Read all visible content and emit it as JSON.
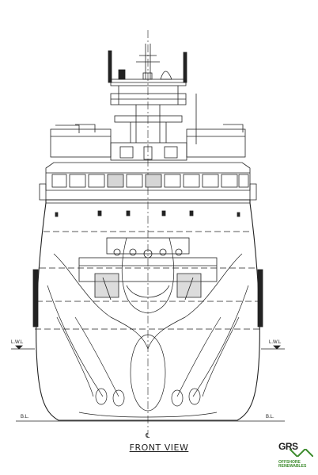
{
  "drawing": {
    "caption": "FRONT VIEW",
    "waterline_label": "L.W.L",
    "baseline_label": "B.L.",
    "centerline_symbol": "℄"
  },
  "logo": {
    "text": "GRS",
    "tagline_1": "OFFSHORE",
    "tagline_2": "RENEWABLES",
    "color": "#3c8b2c"
  }
}
